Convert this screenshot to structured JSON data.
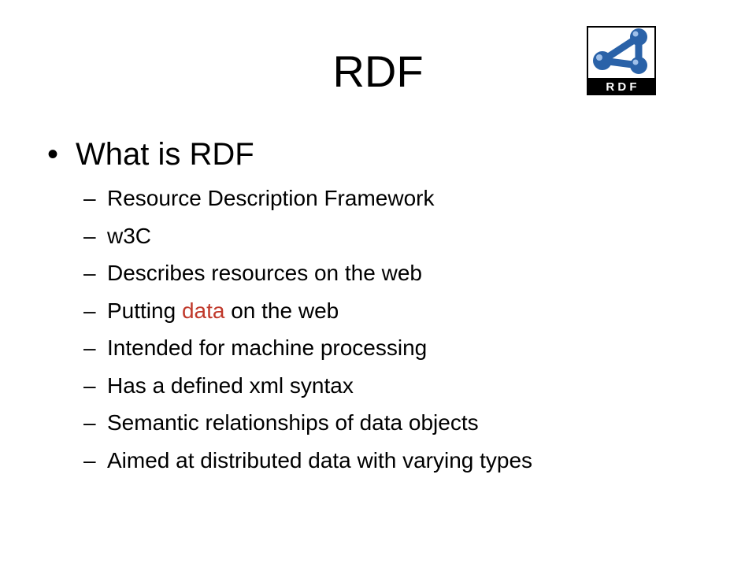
{
  "slide": {
    "title": "RDF",
    "logo_text": "R D F",
    "main_bullet": "What is RDF",
    "bullet_symbol": "•",
    "dash_symbol": "–",
    "items": [
      "Resource Description Framework",
      "w3C",
      "Describes resources on the web",
      "Putting ",
      "Intended for machine processing",
      "Has a defined xml syntax",
      "Semantic relationships of data objects",
      "Aimed at distributed data with varying types"
    ],
    "item3": {
      "before": "Putting ",
      "highlight": "data",
      "after": " on the web"
    }
  },
  "colors": {
    "highlight": "#c0392b",
    "logo_blue": "#2a62a8",
    "logo_dark": "#000000"
  }
}
